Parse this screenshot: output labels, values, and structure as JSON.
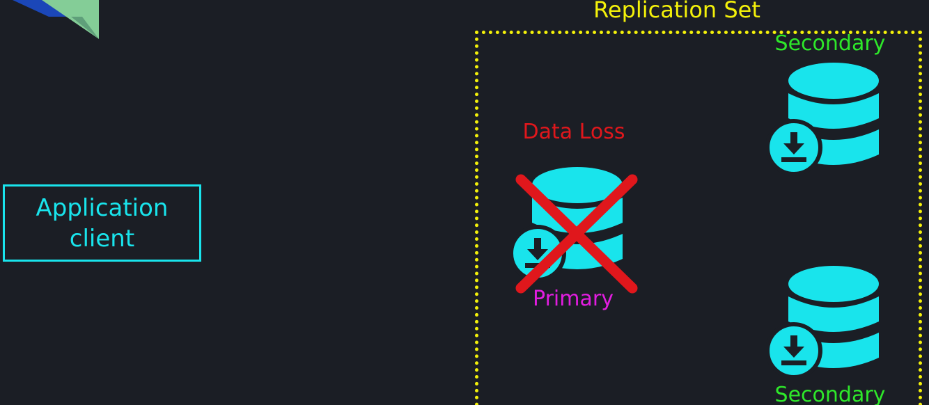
{
  "client": {
    "line1": "Application",
    "line2": "client"
  },
  "replication_set": {
    "title": "Replication Set",
    "primary_label": "Primary",
    "data_loss_label": "Data Loss",
    "secondary_top_label": "Secondary",
    "secondary_bottom_label": "Secondary"
  },
  "icons": {
    "database": "database-download-icon",
    "cross": "red-x-icon",
    "logo": "logo-mark"
  },
  "colors": {
    "background": "#1b1e25",
    "cyan": "#19e4ec",
    "yellow": "#f4f10a",
    "green": "#2ee82a",
    "red": "#e0171c",
    "magenta": "#e21de0"
  }
}
